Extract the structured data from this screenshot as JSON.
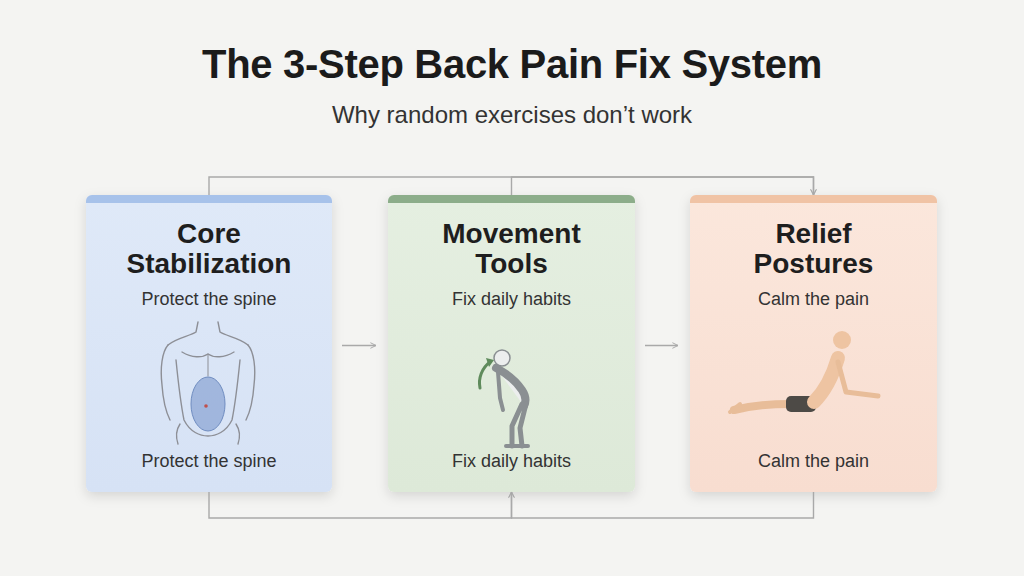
{
  "diagram": {
    "title": "The 3-Step Back Pain Fix System",
    "nodes": [
      {
        "text": [
          "Core Stabilization",
          "Protect the spine",
          "Protect the spine"
        ]
      },
      {
        "text": [
          "Movement Tools",
          "Fix daily habits",
          "Fix daily habits"
        ]
      },
      {
        "text": [
          "Relief Postures",
          "Calm the pain",
          "Calm the pain"
        ]
      }
    ],
    "edges": [
      {
        "from": 0,
        "to": 1,
        "arrow": "to"
      },
      {
        "from": 1,
        "to": 2,
        "arrow": "to"
      },
      {
        "from": 0,
        "to": 2,
        "arrow": "to"
      },
      {
        "from": 1,
        "to": 2,
        "arrow": "to"
      },
      {
        "from": 0,
        "to": 1,
        "arrow": "to"
      },
      {
        "from": 2,
        "to": 1,
        "arrow": "to"
      }
    ],
    "labels": [
      "Why random exercises don’t work"
    ]
  }
}
